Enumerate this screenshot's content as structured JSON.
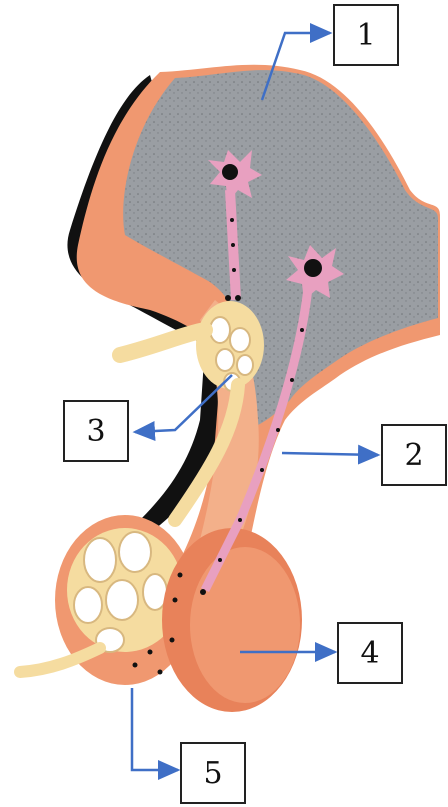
{
  "labels": [
    {
      "id": "1",
      "text": "1"
    },
    {
      "id": "2",
      "text": "2"
    },
    {
      "id": "3",
      "text": "3"
    },
    {
      "id": "4",
      "text": "4"
    },
    {
      "id": "5",
      "text": "5"
    }
  ],
  "colors": {
    "hypothalamus": "#9a9ea3",
    "tissue": "#f09870",
    "tissue_dark": "#e8825a",
    "neuron": "#e8a0c0",
    "vessel": "#f5dca0",
    "arrow": "#3f6fc6",
    "shadow": "#111111"
  }
}
